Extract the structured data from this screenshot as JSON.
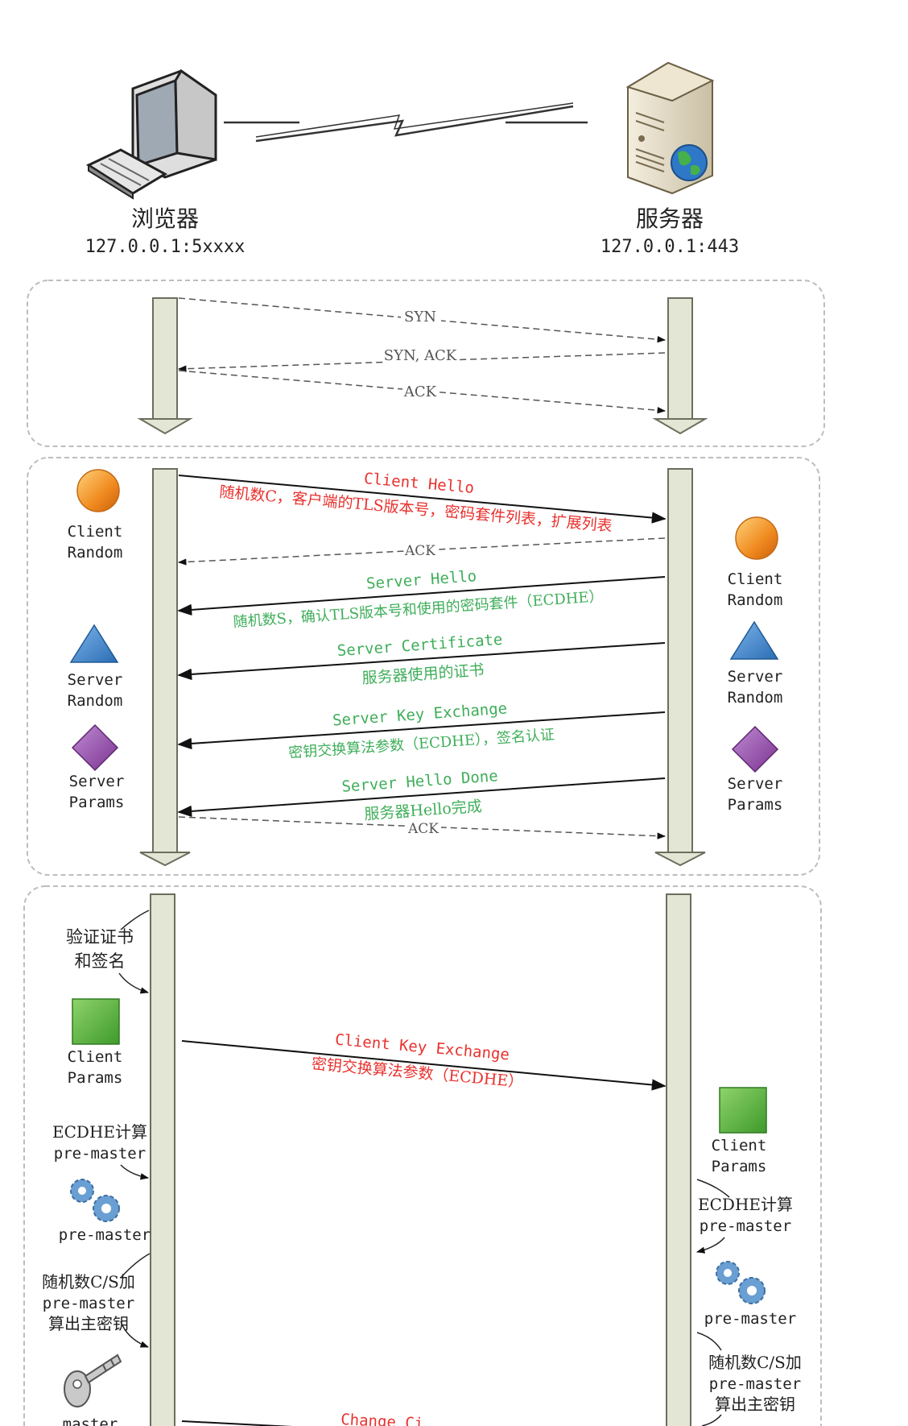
{
  "hosts": {
    "browser": {
      "name": "浏览器",
      "address": "127.0.0.1:5xxxx"
    },
    "server": {
      "name": "服务器",
      "address": "127.0.0.1:443"
    }
  },
  "section_tcp": {
    "messages": [
      {
        "id": "syn",
        "label": "SYN",
        "direction": "client-to-server",
        "style": "dashed",
        "color": "#555555"
      },
      {
        "id": "synack",
        "label": "SYN, ACK",
        "direction": "server-to-client",
        "style": "dashed",
        "color": "#555555"
      },
      {
        "id": "ack",
        "label": "ACK",
        "direction": "client-to-server",
        "style": "dashed",
        "color": "#555555"
      }
    ]
  },
  "section_hello": {
    "messages": [
      {
        "id": "client-hello",
        "title": "Client Hello",
        "detail": "随机数C，客户端的TLS版本号，密码套件列表，扩展列表",
        "direction": "client-to-server",
        "color": "#e8322e"
      },
      {
        "id": "ack1",
        "title": "ACK",
        "detail": "",
        "direction": "server-to-client",
        "style": "dashed",
        "color": "#555555"
      },
      {
        "id": "server-hello",
        "title": "Server Hello",
        "detail": "随机数S，确认TLS版本号和使用的密码套件（ECDHE）",
        "direction": "server-to-client",
        "color": "#3fae5a"
      },
      {
        "id": "server-certificate",
        "title": "Server Certificate",
        "detail": "服务器使用的证书",
        "direction": "server-to-client",
        "color": "#3fae5a"
      },
      {
        "id": "server-key-exchange",
        "title": "Server Key Exchange",
        "detail": "密钥交换算法参数（ECDHE），签名认证",
        "direction": "server-to-client",
        "color": "#3fae5a"
      },
      {
        "id": "server-hello-done",
        "title": "Server Hello Done",
        "detail": "服务器Hello完成",
        "direction": "server-to-client",
        "color": "#3fae5a"
      },
      {
        "id": "ack2",
        "title": "ACK",
        "detail": "",
        "direction": "client-to-server",
        "style": "dashed",
        "color": "#555555"
      }
    ],
    "client_side": [
      {
        "shape": "circle",
        "color": "#f39a2c",
        "line1": "Client",
        "line2": "Random"
      },
      {
        "shape": "triangle",
        "color": "#3d85c6",
        "line1": "Server",
        "line2": "Random"
      },
      {
        "shape": "diamond",
        "color": "#8e4aa3",
        "line1": "Server",
        "line2": "Params"
      }
    ],
    "server_side": [
      {
        "shape": "circle",
        "color": "#f39a2c",
        "line1": "Client",
        "line2": "Random"
      },
      {
        "shape": "triangle",
        "color": "#3d85c6",
        "line1": "Server",
        "line2": "Random"
      },
      {
        "shape": "diamond",
        "color": "#8e4aa3",
        "line1": "Server",
        "line2": "Params"
      }
    ]
  },
  "section_key": {
    "client_key_exchange": {
      "title": "Client Key Exchange",
      "detail": "密钥交换算法参数（ECDHE）",
      "color": "#e8322e"
    },
    "change_cipher_partial": "Change Ci",
    "client_notes": {
      "verify_line1": "验证证书",
      "verify_line2": "和签名",
      "params_line1": "Client",
      "params_line2": "Params",
      "ecdhe_line1": "ECDHE计算",
      "ecdhe_line2": "pre-master",
      "premaster_label": "pre-master",
      "derive_line1": "随机数C/S加",
      "derive_line2": "pre-master",
      "derive_line3": "算出主密钥",
      "master_label": "master"
    },
    "server_notes": {
      "params_line1": "Client",
      "params_line2": "Params",
      "ecdhe_line1": "ECDHE计算",
      "ecdhe_line2": "pre-master",
      "premaster_label": "pre-master",
      "derive_line1": "随机数C/S加",
      "derive_line2": "pre-master",
      "derive_line3": "算出主密钥"
    }
  },
  "colors": {
    "lifeline_fill": "#e3e6d5",
    "lifeline_stroke": "#6d6d5d",
    "section_border": "#bdbdbd",
    "green_square": "#5cb040",
    "gear": "#6a9fd4"
  }
}
